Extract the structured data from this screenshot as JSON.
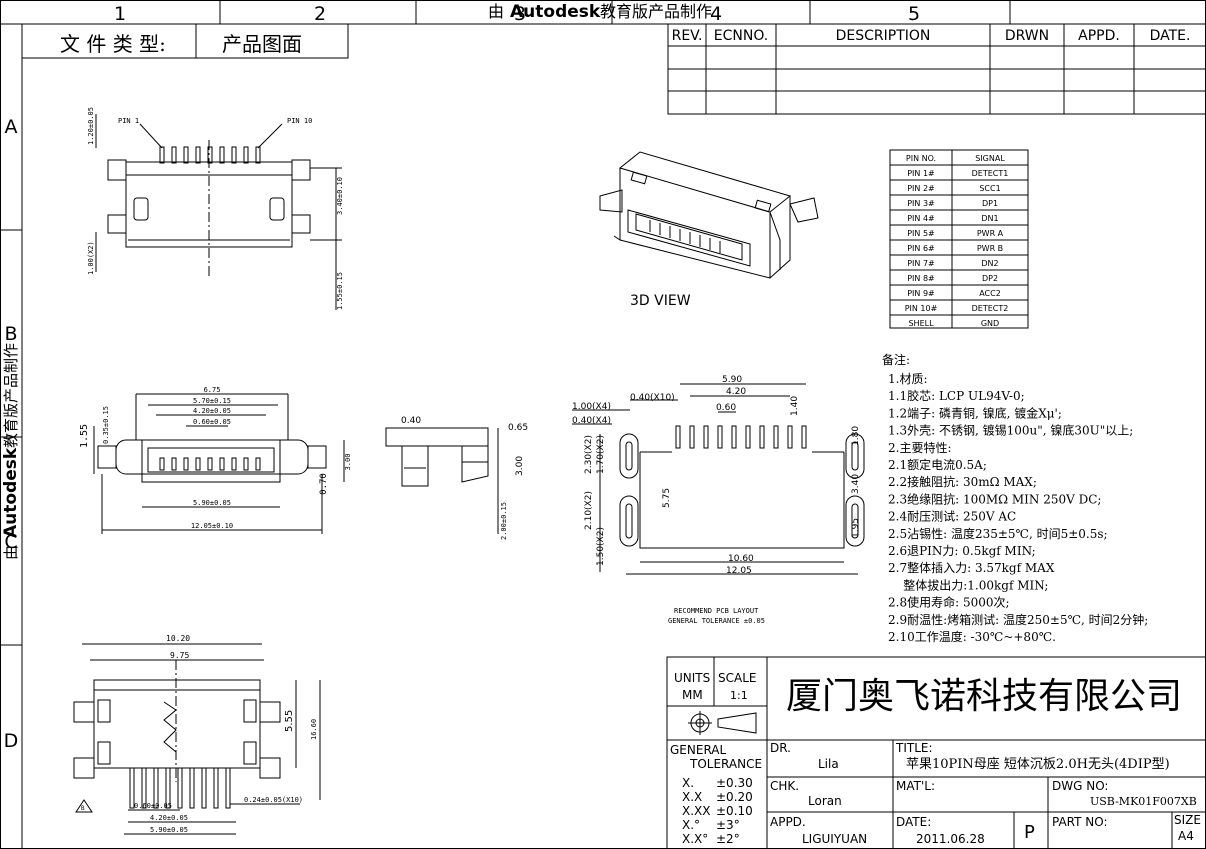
{
  "watermark": {
    "prefix": "由",
    "brand": "Autodesk",
    "suffix": "教育版产品制作"
  },
  "zones": {
    "cols": [
      "1",
      "2",
      "3",
      "4",
      "5"
    ],
    "rows": [
      "A",
      "B",
      "C",
      "D"
    ]
  },
  "doc_type": {
    "label": "文 件 类 型:",
    "value": "产品图面"
  },
  "revision_table": {
    "headers": [
      "REV.",
      "ECNNO.",
      "DESCRIPTION",
      "DRWN",
      "APPD.",
      "DATE."
    ]
  },
  "view_label": "3D VIEW",
  "pin_table": {
    "headers": [
      "PIN NO.",
      "SIGNAL"
    ],
    "rows": [
      [
        "PIN 1#",
        "DETECT1"
      ],
      [
        "PIN 2#",
        "SCC1"
      ],
      [
        "PIN 3#",
        "DP1"
      ],
      [
        "PIN 4#",
        "DN1"
      ],
      [
        "PIN 5#",
        "PWR A"
      ],
      [
        "PIN 6#",
        "PWR B"
      ],
      [
        "PIN 7#",
        "DN2"
      ],
      [
        "PIN 8#",
        "DP2"
      ],
      [
        "PIN 9#",
        "ACC2"
      ],
      [
        "PIN 10#",
        "DETECT2"
      ],
      [
        "SHELL",
        "GND"
      ]
    ]
  },
  "notes": {
    "title": "备注:",
    "lines": [
      "1.材质:",
      "1.1胶芯: LCP UL94V-0;",
      "1.2端子: 磷青铜, 镍底, 镀金Xμ';",
      "1.3外壳: 不锈钢, 镀锡100u\", 镍底30U\"以上;",
      "2.主要特性:",
      "2.1额定电流0.5A;",
      "2.2接触阻抗: 30mΩ MAX;",
      "2.3绝缘阻抗: 100MΩ MIN 250V DC;",
      "2.4耐压测试: 250V AC",
      "2.5沾锡性: 温度235±5℃, 时间5±0.5s;",
      "2.6退PIN力: 0.5kgf MIN;",
      "2.7整体插入力: 3.57kgf MAX",
      "    整体拔出力:1.00kgf MIN;",
      "2.8使用寿命: 5000次;",
      "2.9耐温性:烤箱测试: 温度250±5℃, 时间2分钟;",
      "2.10工作温度: -30℃~+80℃."
    ]
  },
  "pcb_note": {
    "line1": "RECOMMEND PCB LAYOUT",
    "line2": "GENERAL TOLERANCE ±0.05"
  },
  "dims": {
    "top_view": {
      "pin1": "PIN 1",
      "pin10": "PIN 10",
      "h1": "1.20±0.05",
      "h2": "3.40±0.10",
      "h3": "1.00(X2)",
      "h4": "1.55±0.15"
    },
    "front_view": {
      "d1": "6.75",
      "d2": "5.70±0.15",
      "d3": "4.20±0.05",
      "d4": "0.60±0.05",
      "d5": "5.90±0.05",
      "d6": "12.05±0.10",
      "d7": "1.55",
      "d8": "0.35±0.15",
      "d9": "0.70",
      "d10": "3.00"
    },
    "side_view": {
      "d1": "0.40",
      "d2": "0.65",
      "d3": "3.00",
      "d4": "2.00±0.15"
    },
    "pcb": {
      "d1": "5.90",
      "d2": "4.20",
      "d3": "0.60",
      "d4": "1.40",
      "d5": "0.40(X10)",
      "d6": "1.00(X4)",
      "d7": "0.40(X4)",
      "d8": "2.30(X2)",
      "d9": "1.70(X2)",
      "d10": "5.75",
      "d11": "2.10(X2)",
      "d12": "1.50(X2)",
      "d13": "1.80",
      "d14": "3.40",
      "d15": "1.95",
      "d16": "10.60",
      "d17": "12.05"
    },
    "bottom_view": {
      "d1": "10.20",
      "d2": "9.75",
      "d3": "5.55",
      "d4": "16.60",
      "d5": "0.60±0.05",
      "d6": "4.20±0.05",
      "d7": "5.90±0.05",
      "d8": "0.24±0.05(X10)",
      "mark": "B"
    }
  },
  "title_block": {
    "units_label": "UNITS",
    "units_value": "MM",
    "scale_label": "SCALE",
    "scale_value": "1:1",
    "company": "厦门奥飞诺科技有限公司",
    "general_tolerance_label": "GENERAL TOLERANCE",
    "tolerances": [
      [
        "X.",
        "±0.30"
      ],
      [
        "X.X",
        "±0.20"
      ],
      [
        "X.XX",
        "±0.10"
      ],
      [
        "X.°",
        "±3°"
      ],
      [
        "X.X°",
        "±2°"
      ]
    ],
    "dr_label": "DR.",
    "dr_value": "Lila",
    "chk_label": "CHK.",
    "chk_value": "Loran",
    "appd_label": "APPD.",
    "appd_value": "LIGUIYUAN",
    "title_label": "TITLE:",
    "title_value": "苹果10PIN母座 短体沉板2.0H无头(4DIP型)",
    "matl_label": "MAT'L:",
    "dwgno_label": "DWG NO:",
    "dwgno_value": "USB-MK01F007XB",
    "date_label": "DATE:",
    "date_value": "2011.06.28",
    "rev_value": "P",
    "partno_label": "PART NO:",
    "size_label": "SIZE",
    "size_value": "A4"
  }
}
